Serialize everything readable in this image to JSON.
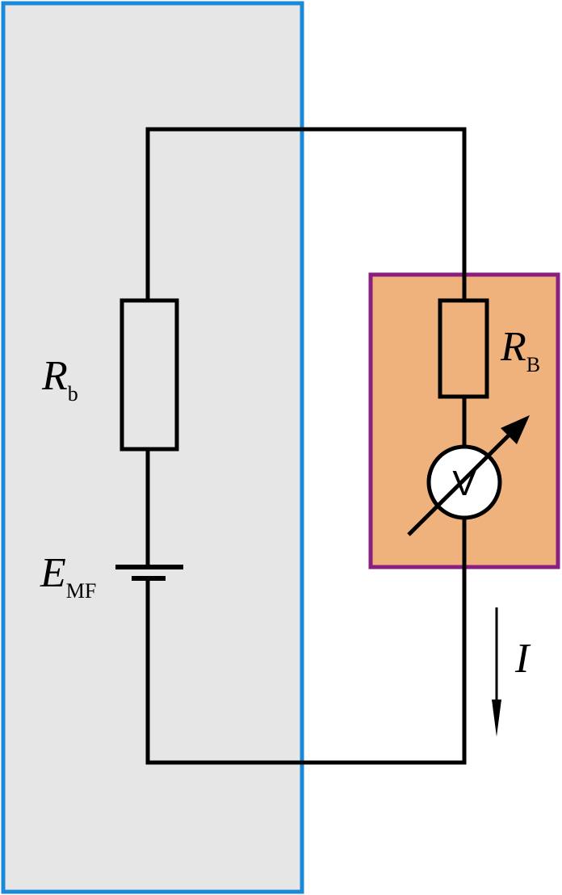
{
  "colors": {
    "source_region_fill": "#e6e6e6",
    "source_region_border": "#1a8ad8",
    "meter_region_fill": "#efb27c",
    "meter_region_border": "#8a1f80",
    "wire": "#000000",
    "meter_face": "#ffffff"
  },
  "labels": {
    "internal_resistance": {
      "main": "R",
      "sub": "b"
    },
    "emf": {
      "main": "E",
      "sub": "MF"
    },
    "meter_resistance": {
      "main": "R",
      "sub": "B"
    },
    "voltmeter": "V",
    "current": "I"
  },
  "components": [
    {
      "type": "resistor",
      "label_ref": "internal_resistance"
    },
    {
      "type": "battery",
      "label_ref": "emf"
    },
    {
      "type": "resistor",
      "label_ref": "meter_resistance"
    },
    {
      "type": "voltmeter",
      "icon": "variable-arrow-icon"
    },
    {
      "type": "current-arrow",
      "direction": "down"
    }
  ]
}
